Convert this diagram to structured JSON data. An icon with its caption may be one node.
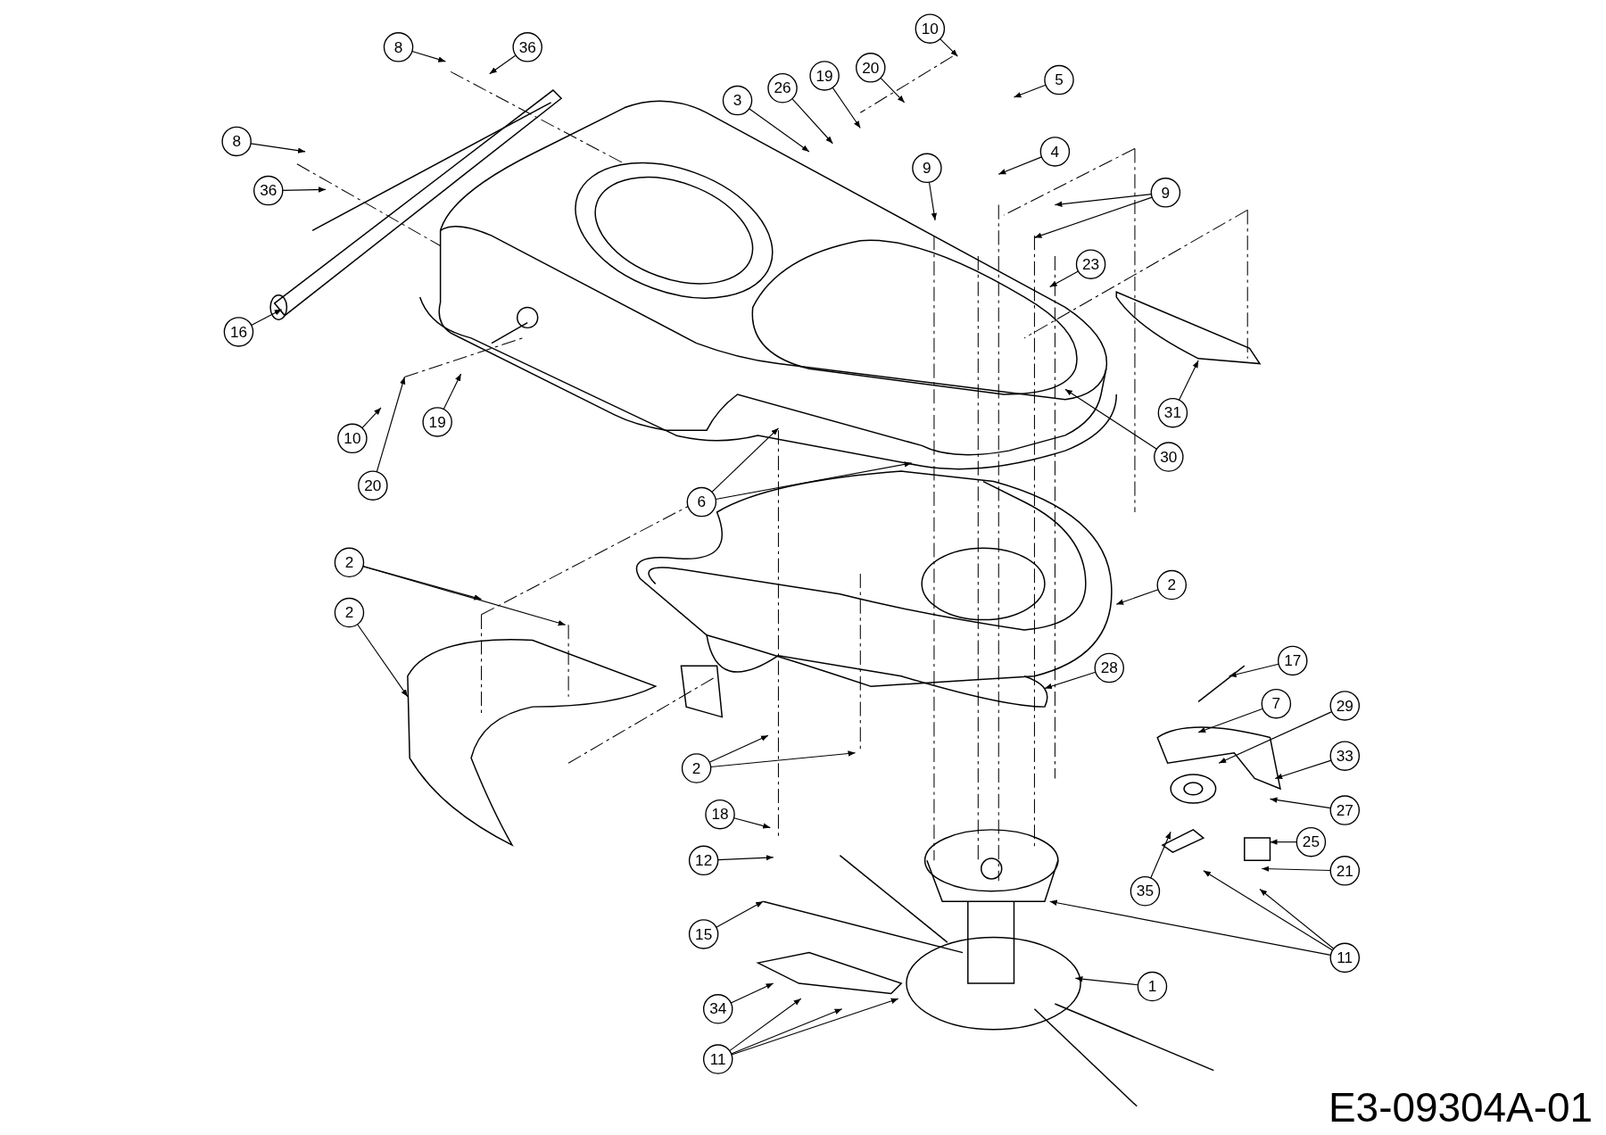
{
  "diagram": {
    "nodes": [
      {
        "text": [
          "8"
        ]
      },
      {
        "text": [
          "36"
        ]
      },
      {
        "text": [
          "8"
        ]
      },
      {
        "text": [
          "36"
        ]
      },
      {
        "text": [
          "16"
        ]
      },
      {
        "text": [
          "10"
        ]
      },
      {
        "text": [
          "5"
        ]
      },
      {
        "text": [
          "3"
        ]
      },
      {
        "text": [
          "26"
        ]
      },
      {
        "text": [
          "19"
        ]
      },
      {
        "text": [
          "20"
        ]
      },
      {
        "text": [
          "4"
        ]
      },
      {
        "text": [
          "9"
        ]
      },
      {
        "text": [
          "9"
        ]
      },
      {
        "text": [
          "23"
        ]
      },
      {
        "text": [
          "31"
        ]
      },
      {
        "text": [
          "30"
        ]
      },
      {
        "text": [
          "10"
        ]
      },
      {
        "text": [
          "19"
        ]
      },
      {
        "text": [
          "20"
        ]
      },
      {
        "text": [
          "6"
        ]
      },
      {
        "text": [
          "2"
        ]
      },
      {
        "text": [
          "2"
        ]
      },
      {
        "text": [
          "2"
        ]
      },
      {
        "text": [
          "28"
        ]
      },
      {
        "text": [
          "17"
        ]
      },
      {
        "text": [
          "7"
        ]
      },
      {
        "text": [
          "29"
        ]
      },
      {
        "text": [
          "33"
        ]
      },
      {
        "text": [
          "27"
        ]
      },
      {
        "text": [
          "25"
        ]
      },
      {
        "text": [
          "21"
        ]
      },
      {
        "text": [
          "2"
        ]
      },
      {
        "text": [
          "18"
        ]
      },
      {
        "text": [
          "12"
        ]
      },
      {
        "text": [
          "35"
        ]
      },
      {
        "text": [
          "11"
        ]
      },
      {
        "text": [
          "15"
        ]
      },
      {
        "text": [
          "1"
        ]
      },
      {
        "text": [
          "34"
        ]
      },
      {
        "text": [
          "11"
        ]
      }
    ],
    "edges": [
      {
        "from": 0,
        "to": null,
        "arrow": "to"
      },
      {
        "from": 1,
        "to": null,
        "arrow": "to"
      },
      {
        "from": 2,
        "to": null,
        "arrow": "to"
      },
      {
        "from": 3,
        "to": null,
        "arrow": "to"
      },
      {
        "from": 4,
        "to": null,
        "arrow": "to"
      },
      {
        "from": 5,
        "to": null,
        "arrow": "to"
      },
      {
        "from": 6,
        "to": null,
        "arrow": "to"
      },
      {
        "from": 7,
        "to": null,
        "arrow": "to"
      },
      {
        "from": 8,
        "to": null,
        "arrow": "to"
      },
      {
        "from": 9,
        "to": null,
        "arrow": "to"
      },
      {
        "from": 10,
        "to": null,
        "arrow": "to"
      },
      {
        "from": 11,
        "to": null,
        "arrow": "to"
      },
      {
        "from": 12,
        "to": null,
        "arrow": "to"
      },
      {
        "from": 13,
        "to": null,
        "arrow": "to"
      },
      {
        "from": 13,
        "to": null,
        "arrow": "to"
      },
      {
        "from": 14,
        "to": null,
        "arrow": "to"
      },
      {
        "from": 15,
        "to": null,
        "arrow": "to"
      },
      {
        "from": 16,
        "to": null,
        "arrow": "to"
      },
      {
        "from": 17,
        "to": null,
        "arrow": "to"
      },
      {
        "from": 18,
        "to": null,
        "arrow": "to"
      },
      {
        "from": 19,
        "to": null,
        "arrow": "to"
      },
      {
        "from": 20,
        "to": null,
        "arrow": "to"
      },
      {
        "from": 20,
        "to": null,
        "arrow": "to"
      },
      {
        "from": 21,
        "to": null,
        "arrow": "to"
      },
      {
        "from": 21,
        "to": null,
        "arrow": "to"
      },
      {
        "from": 22,
        "to": null,
        "arrow": "to"
      },
      {
        "from": 23,
        "to": null,
        "arrow": "to"
      },
      {
        "from": 24,
        "to": null,
        "arrow": "to"
      },
      {
        "from": 25,
        "to": null,
        "arrow": "to"
      },
      {
        "from": 26,
        "to": null,
        "arrow": "to"
      },
      {
        "from": 27,
        "to": null,
        "arrow": "to"
      },
      {
        "from": 28,
        "to": null,
        "arrow": "to"
      },
      {
        "from": 29,
        "to": null,
        "arrow": "to"
      },
      {
        "from": 30,
        "to": null,
        "arrow": "to"
      },
      {
        "from": 31,
        "to": null,
        "arrow": "to"
      },
      {
        "from": 32,
        "to": null,
        "arrow": "to"
      },
      {
        "from": 32,
        "to": null,
        "arrow": "to"
      },
      {
        "from": 33,
        "to": null,
        "arrow": "to"
      },
      {
        "from": 34,
        "to": null,
        "arrow": "to"
      },
      {
        "from": 35,
        "to": null,
        "arrow": "to"
      },
      {
        "from": 36,
        "to": null,
        "arrow": "to"
      },
      {
        "from": 36,
        "to": null,
        "arrow": "to"
      },
      {
        "from": 36,
        "to": null,
        "arrow": "to"
      },
      {
        "from": 37,
        "to": null,
        "arrow": "to"
      },
      {
        "from": 38,
        "to": null,
        "arrow": "to"
      },
      {
        "from": 39,
        "to": null,
        "arrow": "to"
      },
      {
        "from": 40,
        "to": null,
        "arrow": "to"
      },
      {
        "from": 40,
        "to": null,
        "arrow": "to"
      },
      {
        "from": 40,
        "to": null,
        "arrow": "to"
      }
    ],
    "labels": [
      "E3-09304A-01"
    ]
  }
}
